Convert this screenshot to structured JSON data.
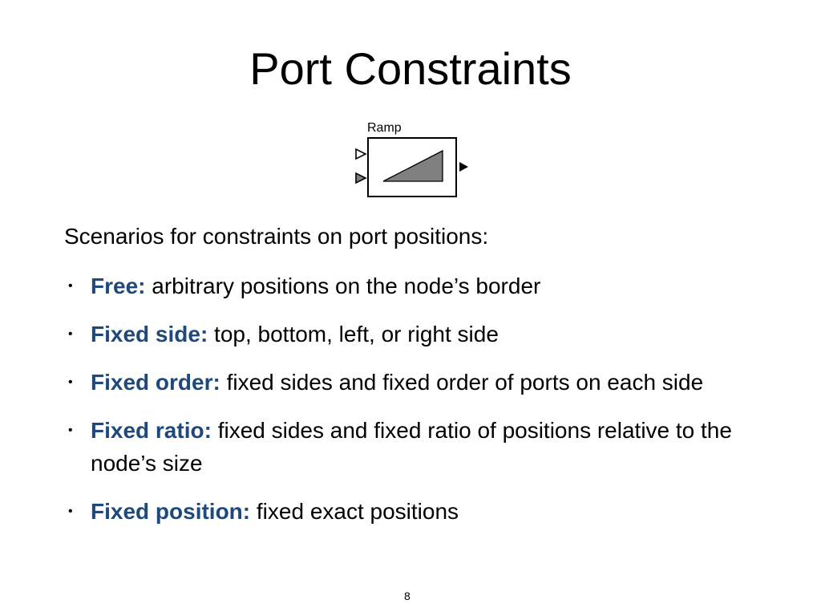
{
  "slide": {
    "title": "Port Constraints",
    "figure": {
      "label": "Ramp"
    },
    "intro": "Scenarios for constraints on port positions:",
    "bullets": [
      {
        "term": "Free:",
        "text": " arbitrary positions on the node’s border"
      },
      {
        "term": "Fixed side:",
        "text": " top, bottom, left, or right side"
      },
      {
        "term": "Fixed order:",
        "text": " fixed sides and fixed order of ports on each side"
      },
      {
        "term": "Fixed ratio:",
        "text": " fixed sides and fixed ratio of positions relative to the node’s size"
      },
      {
        "term": "Fixed position:",
        "text": " fixed exact positions"
      }
    ],
    "page_number": "8"
  },
  "colors": {
    "term": "#1f497d",
    "ramp_fill": "#808080"
  }
}
